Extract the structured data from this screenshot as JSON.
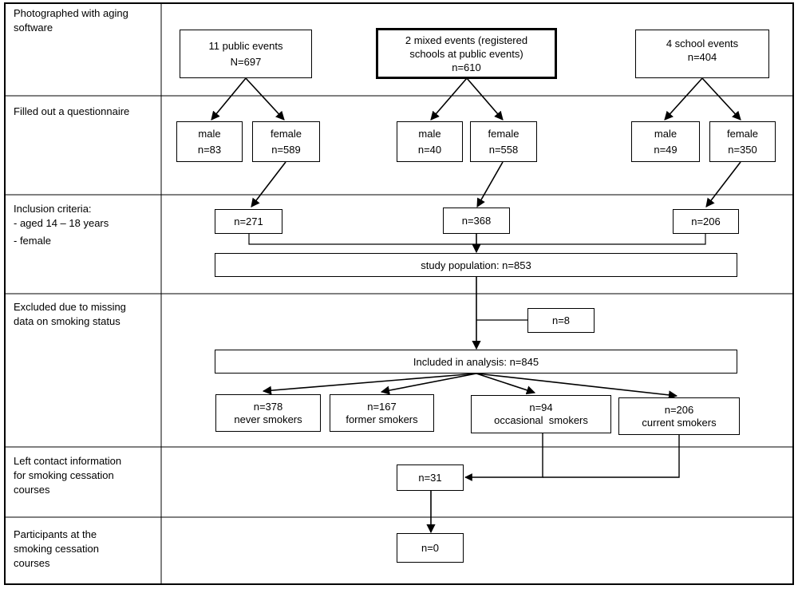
{
  "rows": [
    {
      "lines": [
        "Photographed with aging",
        "software"
      ]
    },
    {
      "lines": [
        "Filled out a questionnaire"
      ]
    },
    {
      "lines": [
        "Inclusion criteria:",
        "- aged 14 – 18 years",
        "- female"
      ]
    },
    {
      "lines": [
        "Excluded due to missing",
        "data on smoking status"
      ]
    },
    {
      "lines": [
        "Left contact information",
        "for smoking cessation",
        "courses"
      ]
    },
    {
      "lines": [
        "Participants at the",
        "smoking cessation",
        "courses"
      ]
    }
  ],
  "nodes": {
    "public_events": [
      "11 public events",
      "N=697"
    ],
    "mixed_events": [
      "2 mixed events (registered",
      "schools at public events)",
      "n=610"
    ],
    "school_events": [
      "4 school events",
      "n=404"
    ],
    "public_male": [
      "male",
      "n=83"
    ],
    "public_female": [
      "female",
      "n=589"
    ],
    "mixed_male": [
      "male",
      "n=40"
    ],
    "mixed_female": [
      "female",
      "n=558"
    ],
    "school_male": [
      "male",
      "n=49"
    ],
    "school_female": [
      "female",
      "n=350"
    ],
    "public_incl": [
      "n=271"
    ],
    "mixed_incl": [
      "n=368"
    ],
    "school_incl": [
      "n=206"
    ],
    "study_population": [
      "study population: n=853"
    ],
    "excluded": [
      "n=8"
    ],
    "included": [
      "Included in analysis: n=845"
    ],
    "never_smokers": [
      "n=378",
      "never smokers"
    ],
    "former_smokers": [
      "n=167",
      "former smokers"
    ],
    "occasional_smokers": [
      "n=94",
      "occasional  smokers"
    ],
    "current_smokers": [
      "n=206",
      "current smokers"
    ],
    "contact_info": [
      "n=31"
    ],
    "participants": [
      "n=0"
    ]
  }
}
